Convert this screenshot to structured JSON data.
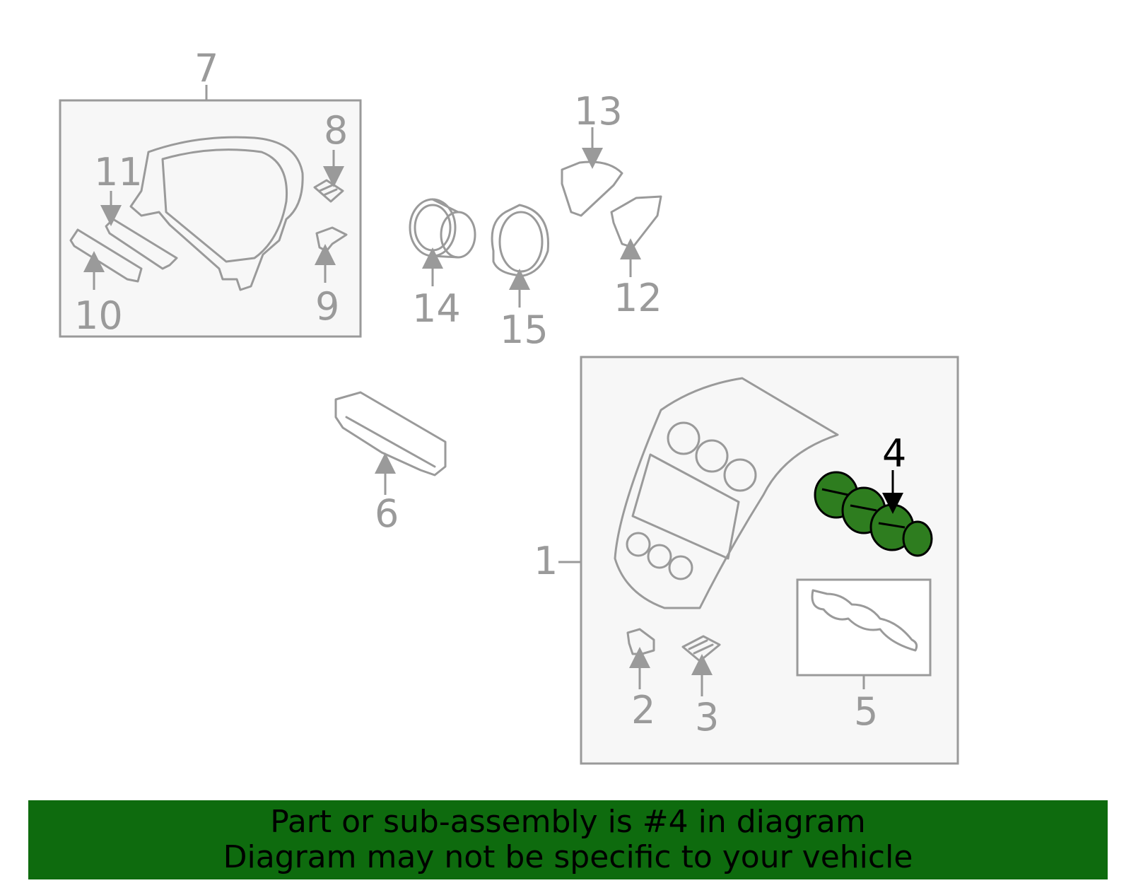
{
  "diagram": {
    "callouts": [
      "1",
      "2",
      "3",
      "4",
      "5",
      "6",
      "7",
      "8",
      "9",
      "10",
      "11",
      "12",
      "13",
      "14",
      "15"
    ],
    "highlighted_part": "4",
    "highlight_color": "#2e7d1f",
    "banner_color": "#0e6b0e"
  },
  "banner": {
    "line1": "Part or sub-assembly is #4 in diagram",
    "line2": "Diagram may not be specific to your vehicle"
  }
}
